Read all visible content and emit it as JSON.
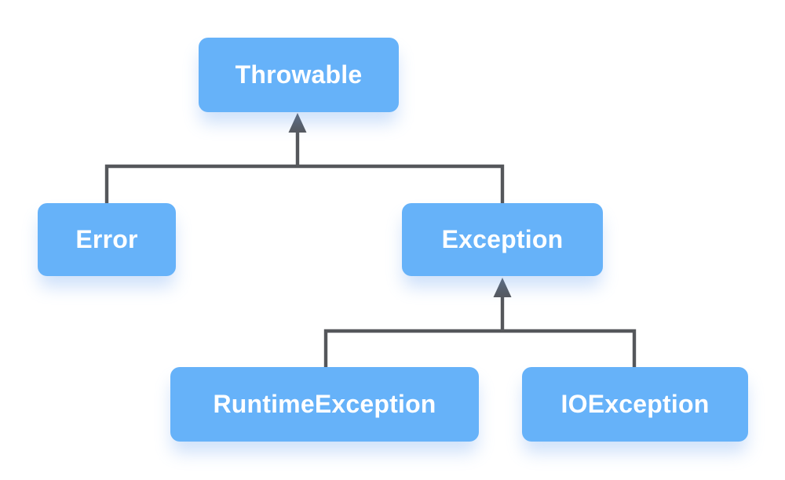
{
  "diagram": {
    "type": "class-hierarchy",
    "nodes": {
      "throwable": {
        "label": "Throwable"
      },
      "error": {
        "label": "Error"
      },
      "exception": {
        "label": "Exception"
      },
      "runtime_exception": {
        "label": "RuntimeException"
      },
      "io_exception": {
        "label": "IOException"
      }
    },
    "edges": [
      {
        "from": "Error",
        "to": "Throwable"
      },
      {
        "from": "Exception",
        "to": "Throwable"
      },
      {
        "from": "RuntimeException",
        "to": "Exception"
      },
      {
        "from": "IOException",
        "to": "Exception"
      }
    ],
    "colors": {
      "node_fill": "#66B2F9",
      "node_text": "#FFFFFF",
      "connector": "#55575B",
      "background": "#FFFFFF"
    }
  }
}
